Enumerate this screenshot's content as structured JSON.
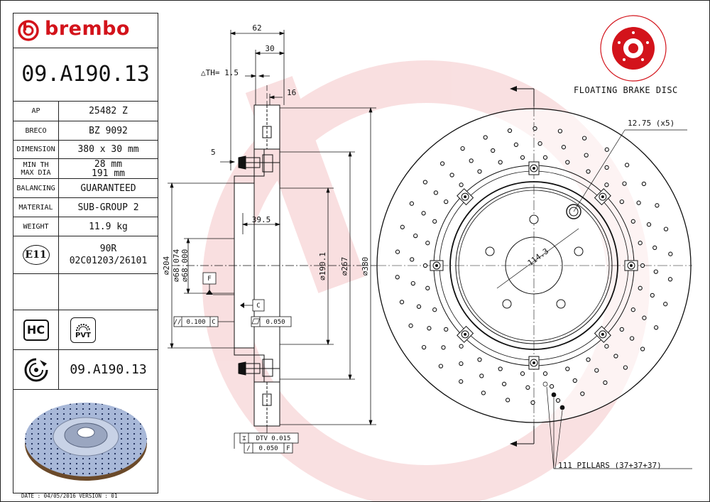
{
  "brand": {
    "name": "brembo",
    "color": "#d3131b"
  },
  "part_number": "09.A190.13",
  "specs": [
    {
      "label": "AP",
      "value": "25482 Z"
    },
    {
      "label": "BRECO",
      "value": "BZ 9092"
    },
    {
      "label": "DIMENSION",
      "value": "380 x 30 mm"
    },
    {
      "label": "MIN TH",
      "label2": "MAX DIA",
      "value": "28 mm",
      "value2": "191 mm"
    },
    {
      "label": "BALANCING",
      "value": "GUARANTEED"
    },
    {
      "label": "MATERIAL",
      "value": "SUB-GROUP 2"
    },
    {
      "label": "WEIGHT",
      "value": "11.9 kg"
    }
  ],
  "approval": {
    "badge": "E11",
    "line1": "90R",
    "line2": "02C01203/26101"
  },
  "badges": {
    "hc": "HC",
    "pvt": "PVT"
  },
  "part_number_bottom": "09.A190.13",
  "footer": "DATE : 04/05/2016 VERSION : 01",
  "drawing": {
    "title": "FLOATING BRAKE DISC",
    "section_dims": {
      "d62": "62",
      "d30": "30",
      "th": "△TH= 1.5",
      "d16": "16",
      "d5": "5",
      "d39_5": "39.5",
      "d204": "⌀204",
      "d68_074": "⌀68.074",
      "d68_000": "⌀68.000",
      "d190_1": "⌀190.1",
      "d267": "⌀267",
      "d380": "⌀380",
      "datum_f": "F",
      "datum_c": "C",
      "parallel_tol": "0.100",
      "parallel_ref": "C",
      "flat_tol": "0.050",
      "dtv": "DTV 0.015",
      "runout_tol": "0.050",
      "runout_ref": "F"
    },
    "front_dims": {
      "holes": "12.75 (x5)",
      "pcd": "114.3",
      "pillars": "111 PILLARS (37+37+37)"
    }
  }
}
